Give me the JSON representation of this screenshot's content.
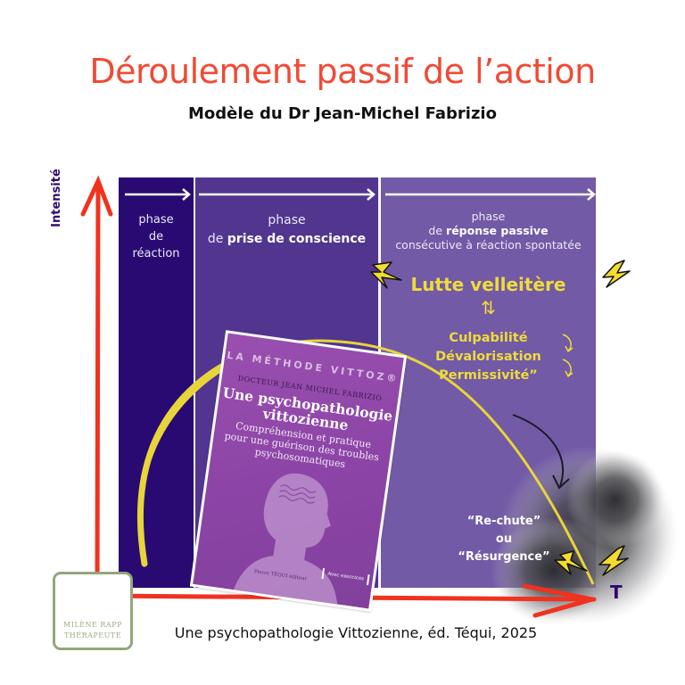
{
  "header": {
    "title": "Déroulement passif de l’action",
    "subtitle": "Modèle du Dr Jean-Michel Fabrizio"
  },
  "axes": {
    "y_label": "Intensité",
    "x_end_label": "T",
    "axis_color": "#f0321f"
  },
  "phases": [
    {
      "line1": "phase",
      "line2": "de",
      "line3": "réaction",
      "color": "#290a73"
    },
    {
      "line1": "phase",
      "prefix": "de",
      "bold": "prise de conscience",
      "color": "#51358f"
    },
    {
      "line1": "phase",
      "prefix": "de",
      "bold": "réponse passive",
      "line3": "consécutive à réaction spontatée",
      "color": "#725aa6"
    }
  ],
  "response": {
    "main": "Lutte velleitère",
    "exchange_symbol": "⇅",
    "feelings": [
      "Culpabilité",
      "Dévalorisation",
      "Permissivité”"
    ],
    "accent_color": "#efdc3a"
  },
  "relapse": {
    "line1": "“Re-chute”",
    "line2": "ou",
    "line3": "“Résurgence”"
  },
  "book": {
    "series": "LA MÉTHODE VITTOZ®",
    "author": "DOCTEUR JEAN MICHEL FABRIZIO",
    "title_line1": "Une psychopathologie",
    "title_line2": "vittozienne",
    "subtitle_line1": "Compréhension et pratique",
    "subtitle_line2": "pour une guérison des troubles",
    "subtitle_line3": "psychosomatiques",
    "publisher": "Pierre TÉQUI éditeur",
    "badge": "Avec exercices"
  },
  "logo": {
    "line1": "MILÈNE RAPP",
    "line2": "THÉRAPEUTE",
    "color": "#93a77b"
  },
  "caption": "Une psychopathologie Vittozienne, éd. Téqui, 2025"
}
